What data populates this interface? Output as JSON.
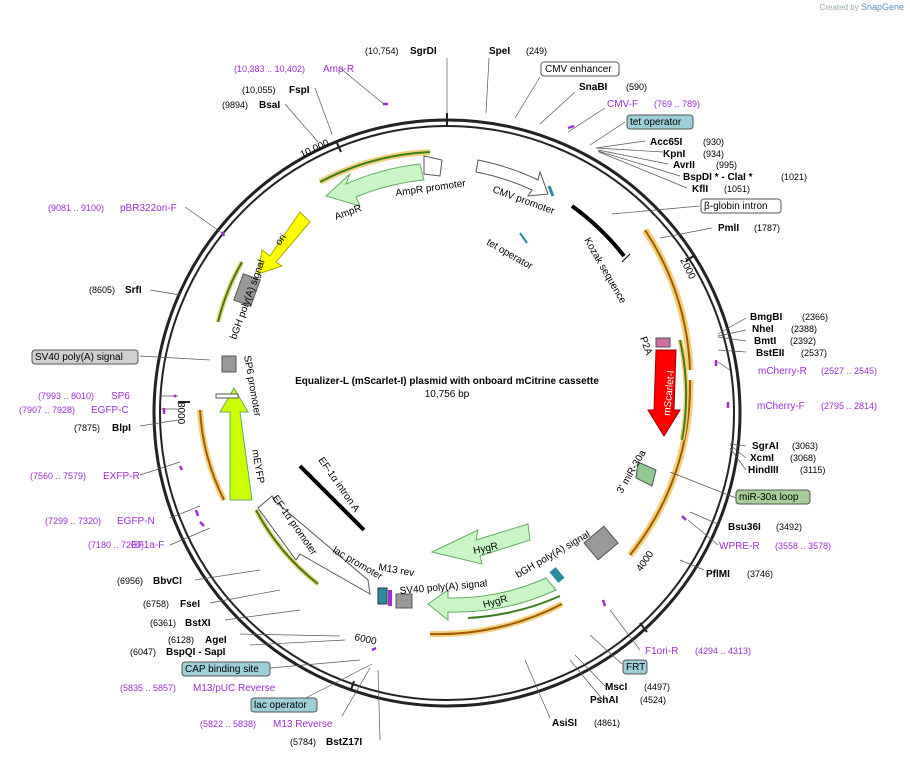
{
  "credit": {
    "prefix": "Created by",
    "brand": "SnapGene"
  },
  "plasmid": {
    "name": "Equalizer-L (mScarlet-I) plasmid with onboard mCitrine cassette",
    "length": "10,756 bp"
  },
  "ticks": [
    "10,000",
    "2000",
    "4000",
    "6000",
    "8000"
  ],
  "sites": [
    {
      "name": "SgrDI",
      "pos": "(10,754)"
    },
    {
      "name": "SpeI",
      "pos": "(249)"
    },
    {
      "name": "SnaBI",
      "pos": "(590)"
    },
    {
      "name": "Acc65I",
      "pos": "(930)"
    },
    {
      "name": "KpnI",
      "pos": "(934)"
    },
    {
      "name": "AvrII",
      "pos": "(995)"
    },
    {
      "name": "BspDI * - ClaI *",
      "pos": "(1021)"
    },
    {
      "name": "KflI",
      "pos": "(1051)"
    },
    {
      "name": "PmlI",
      "pos": "(1787)"
    },
    {
      "name": "BmgBI",
      "pos": "(2366)"
    },
    {
      "name": "NheI",
      "pos": "(2388)"
    },
    {
      "name": "BmtI",
      "pos": "(2392)"
    },
    {
      "name": "BstEII",
      "pos": "(2537)"
    },
    {
      "name": "SgrAI",
      "pos": "(3063)"
    },
    {
      "name": "XcmI",
      "pos": "(3068)"
    },
    {
      "name": "HindIII",
      "pos": "(3115)"
    },
    {
      "name": "Bsu36I",
      "pos": "(3492)"
    },
    {
      "name": "PflMI",
      "pos": "(3746)"
    },
    {
      "name": "MscI",
      "pos": "(4497)"
    },
    {
      "name": "PshAI",
      "pos": "(4524)"
    },
    {
      "name": "AsiSI",
      "pos": "(4861)"
    },
    {
      "name": "BstZ17I",
      "pos": "(5784)"
    },
    {
      "name": "BspQI - SapI",
      "pos": "(6047)"
    },
    {
      "name": "AgeI",
      "pos": "(6128)"
    },
    {
      "name": "BstXI",
      "pos": "(6361)"
    },
    {
      "name": "FseI",
      "pos": "(6758)"
    },
    {
      "name": "BbvCI",
      "pos": "(6956)"
    },
    {
      "name": "BlpI",
      "pos": "(7875)"
    },
    {
      "name": "SrfI",
      "pos": "(8605)"
    },
    {
      "name": "BsaI",
      "pos": "(9894)"
    },
    {
      "name": "FspI",
      "pos": "(10,055)"
    }
  ],
  "primers": [
    {
      "name": "Amp-R",
      "range": "(10,383 .. 10,402)"
    },
    {
      "name": "CMV-F",
      "range": "(769 .. 789)"
    },
    {
      "name": "mCherry-R",
      "range": "(2527 .. 2545)"
    },
    {
      "name": "mCherry-F",
      "range": "(2795 .. 2814)"
    },
    {
      "name": "WPRE-R",
      "range": "(3558 .. 3578)"
    },
    {
      "name": "F1ori-R",
      "range": "(4294 .. 4313)"
    },
    {
      "name": "M13 Reverse",
      "range": "(5822 .. 5838)"
    },
    {
      "name": "M13/pUC Reverse",
      "range": "(5835 .. 5857)"
    },
    {
      "name": "EF1a-F",
      "range": "(7180 .. 7200)"
    },
    {
      "name": "EGFP-N",
      "range": "(7299 .. 7320)"
    },
    {
      "name": "EXFP-R",
      "range": "(7560 .. 7579)"
    },
    {
      "name": "EGFP-C",
      "range": "(7907 .. 7928)"
    },
    {
      "name": "SP6",
      "range": "(7993 .. 8010)"
    },
    {
      "name": "pBR322ori-F",
      "range": "(9081 .. 9100)"
    }
  ],
  "boxed": [
    {
      "name": "CMV enhancer",
      "fill": "#ffffff"
    },
    {
      "name": "tet operator",
      "fill": "#9ccfd8"
    },
    {
      "name": "β-globin intron",
      "fill": "#ffffff"
    },
    {
      "name": "miR-30a loop",
      "fill": "#a6cf98"
    },
    {
      "name": "FRT",
      "fill": "#9ccfd8"
    },
    {
      "name": "CAP binding site",
      "fill": "#9ccfd8"
    },
    {
      "name": "lac operator",
      "fill": "#9ccfd8"
    },
    {
      "name": "SV40 poly(A) signal",
      "fill": "#cfcfcf"
    }
  ],
  "features": [
    "AmpR promoter",
    "AmpR",
    "CMV promoter",
    "tet operator",
    "Kozak sequence",
    "ori",
    "bGH poly(A) signal",
    "SP6 promoter",
    "mEYFP",
    "EF-1α promoter",
    "EF-1α intron A",
    "lac promoter",
    "M13 rev",
    "SV40 poly(A) signal",
    "HygR",
    "HygR",
    "bGH poly(A) signal",
    "3' miR-30a",
    "P2A",
    "mScarlet-I"
  ],
  "colors": {
    "primer": "#9b30d0",
    "orf": "#c8f7c5",
    "mscarlet": "#ff0000",
    "ori": "#ffff00",
    "mEYFP": "#ccff00",
    "backbone": "#222222"
  }
}
